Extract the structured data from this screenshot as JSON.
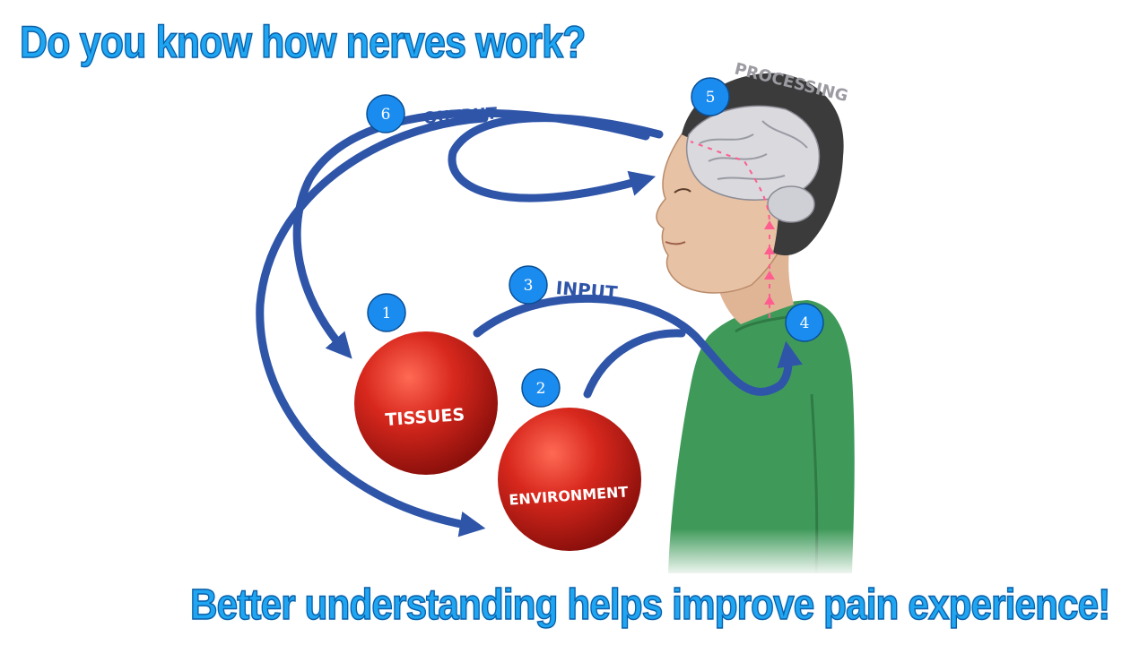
{
  "title": "Do you know how nerves work?",
  "footer": "Better understanding  helps improve pain experience!",
  "labels": {
    "output": "OUTPUT",
    "input": "INPUT",
    "processing": "PROCESSING",
    "tissues": "TISSUES",
    "environment": "ENVIRONMENT"
  },
  "steps": [
    "1",
    "2",
    "3",
    "4",
    "5",
    "6"
  ],
  "colors": {
    "headline": "#1fa6f2",
    "arrow": "#2f55a8",
    "badge": "#1a8cf0",
    "sphere": "#c8221a",
    "shirt": "#3f9a5a",
    "skin": "#e7c2a4",
    "hair": "#3b3b3b",
    "brain": "#d9d9de",
    "nerve": "#ff5d8f"
  }
}
